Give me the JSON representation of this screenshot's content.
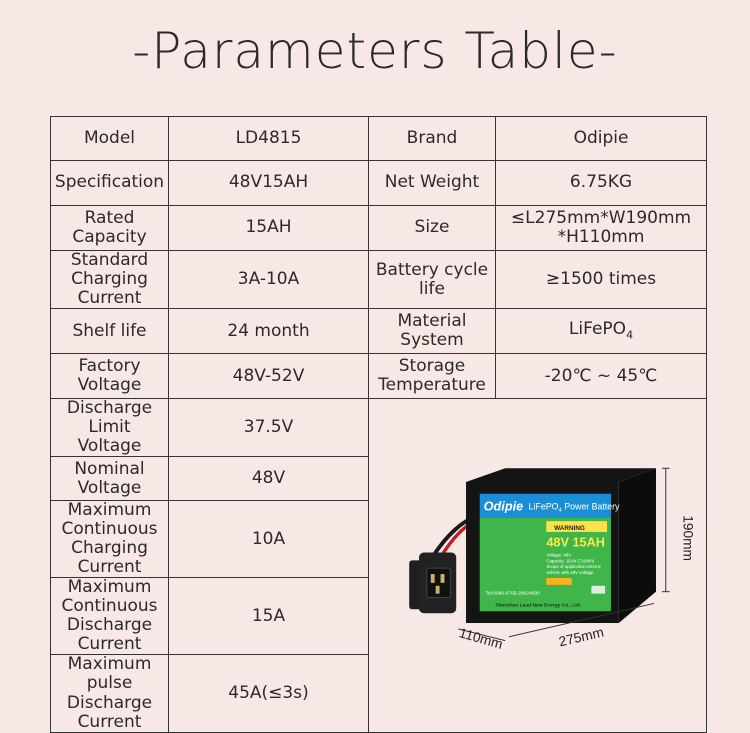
{
  "title": "-Parameters Table-",
  "rows": [
    {
      "label": "Model",
      "value": "LD4815",
      "label2": "Brand",
      "value2": "Odipie"
    },
    {
      "label": "Specification",
      "value": "48V15AH",
      "label2": "Net Weight",
      "value2": "6.75KG"
    },
    {
      "label": "Rated Capacity",
      "value": "15AH",
      "label2": "Size",
      "value2a": "≤L275mm*W190mm",
      "value2b": "*H110mm"
    },
    {
      "label_a": "Standard",
      "label_b": "Charging Current",
      "value": "3A-10A",
      "label2": "Battery cycle life",
      "value2": "≥1500 times"
    },
    {
      "label": "Shelf life",
      "value": "24 month",
      "label2": "Material System",
      "value2": "LiFePO",
      "value2_sub": "4"
    },
    {
      "label": "Factory Voltage",
      "value": "48V-52V",
      "label2_a": "Storage",
      "label2_b": "Temperature",
      "value2": "-20℃ ~ 45℃"
    },
    {
      "label_a": "Discharge",
      "label_b": "Limit Voltage",
      "value": "37.5V"
    },
    {
      "label_a": "Nominal",
      "label_b": "Voltage",
      "value": "48V"
    },
    {
      "label_a": "Maximum Continuous",
      "label_b": "Charging Current",
      "value": "10A"
    },
    {
      "label_a": "Maximum Continuous",
      "label_b": "Discharge Current",
      "value": "15A"
    },
    {
      "label_a": "Maximum pulse",
      "label_b": "Discharge Current",
      "value": "45A(≤3s)"
    }
  ],
  "product_image": {
    "brand": "Odipie",
    "header": "LiFePO",
    "header_sub": "4",
    "header_tail": " Power Battery",
    "spec": "48V 15AH",
    "warning": "WARNING",
    "line1": "Voltage: 48V",
    "line2": "Capacity: 15Ah (720Wh)",
    "line3": "Scope of application:electric",
    "line4": "vehicle with 48V voltage",
    "phone": "Tel:0086-0755-28024690",
    "company": "Shenzhen Lead New Energy Co., Ltd.",
    "dim_height": "190mm",
    "dim_length": "275mm",
    "dim_width": "110mm",
    "colors": {
      "label_blue": "#1a8fd6",
      "label_green": "#3fb54a",
      "spec_yellow": "#ffe94a",
      "case_black": "#141414"
    }
  }
}
